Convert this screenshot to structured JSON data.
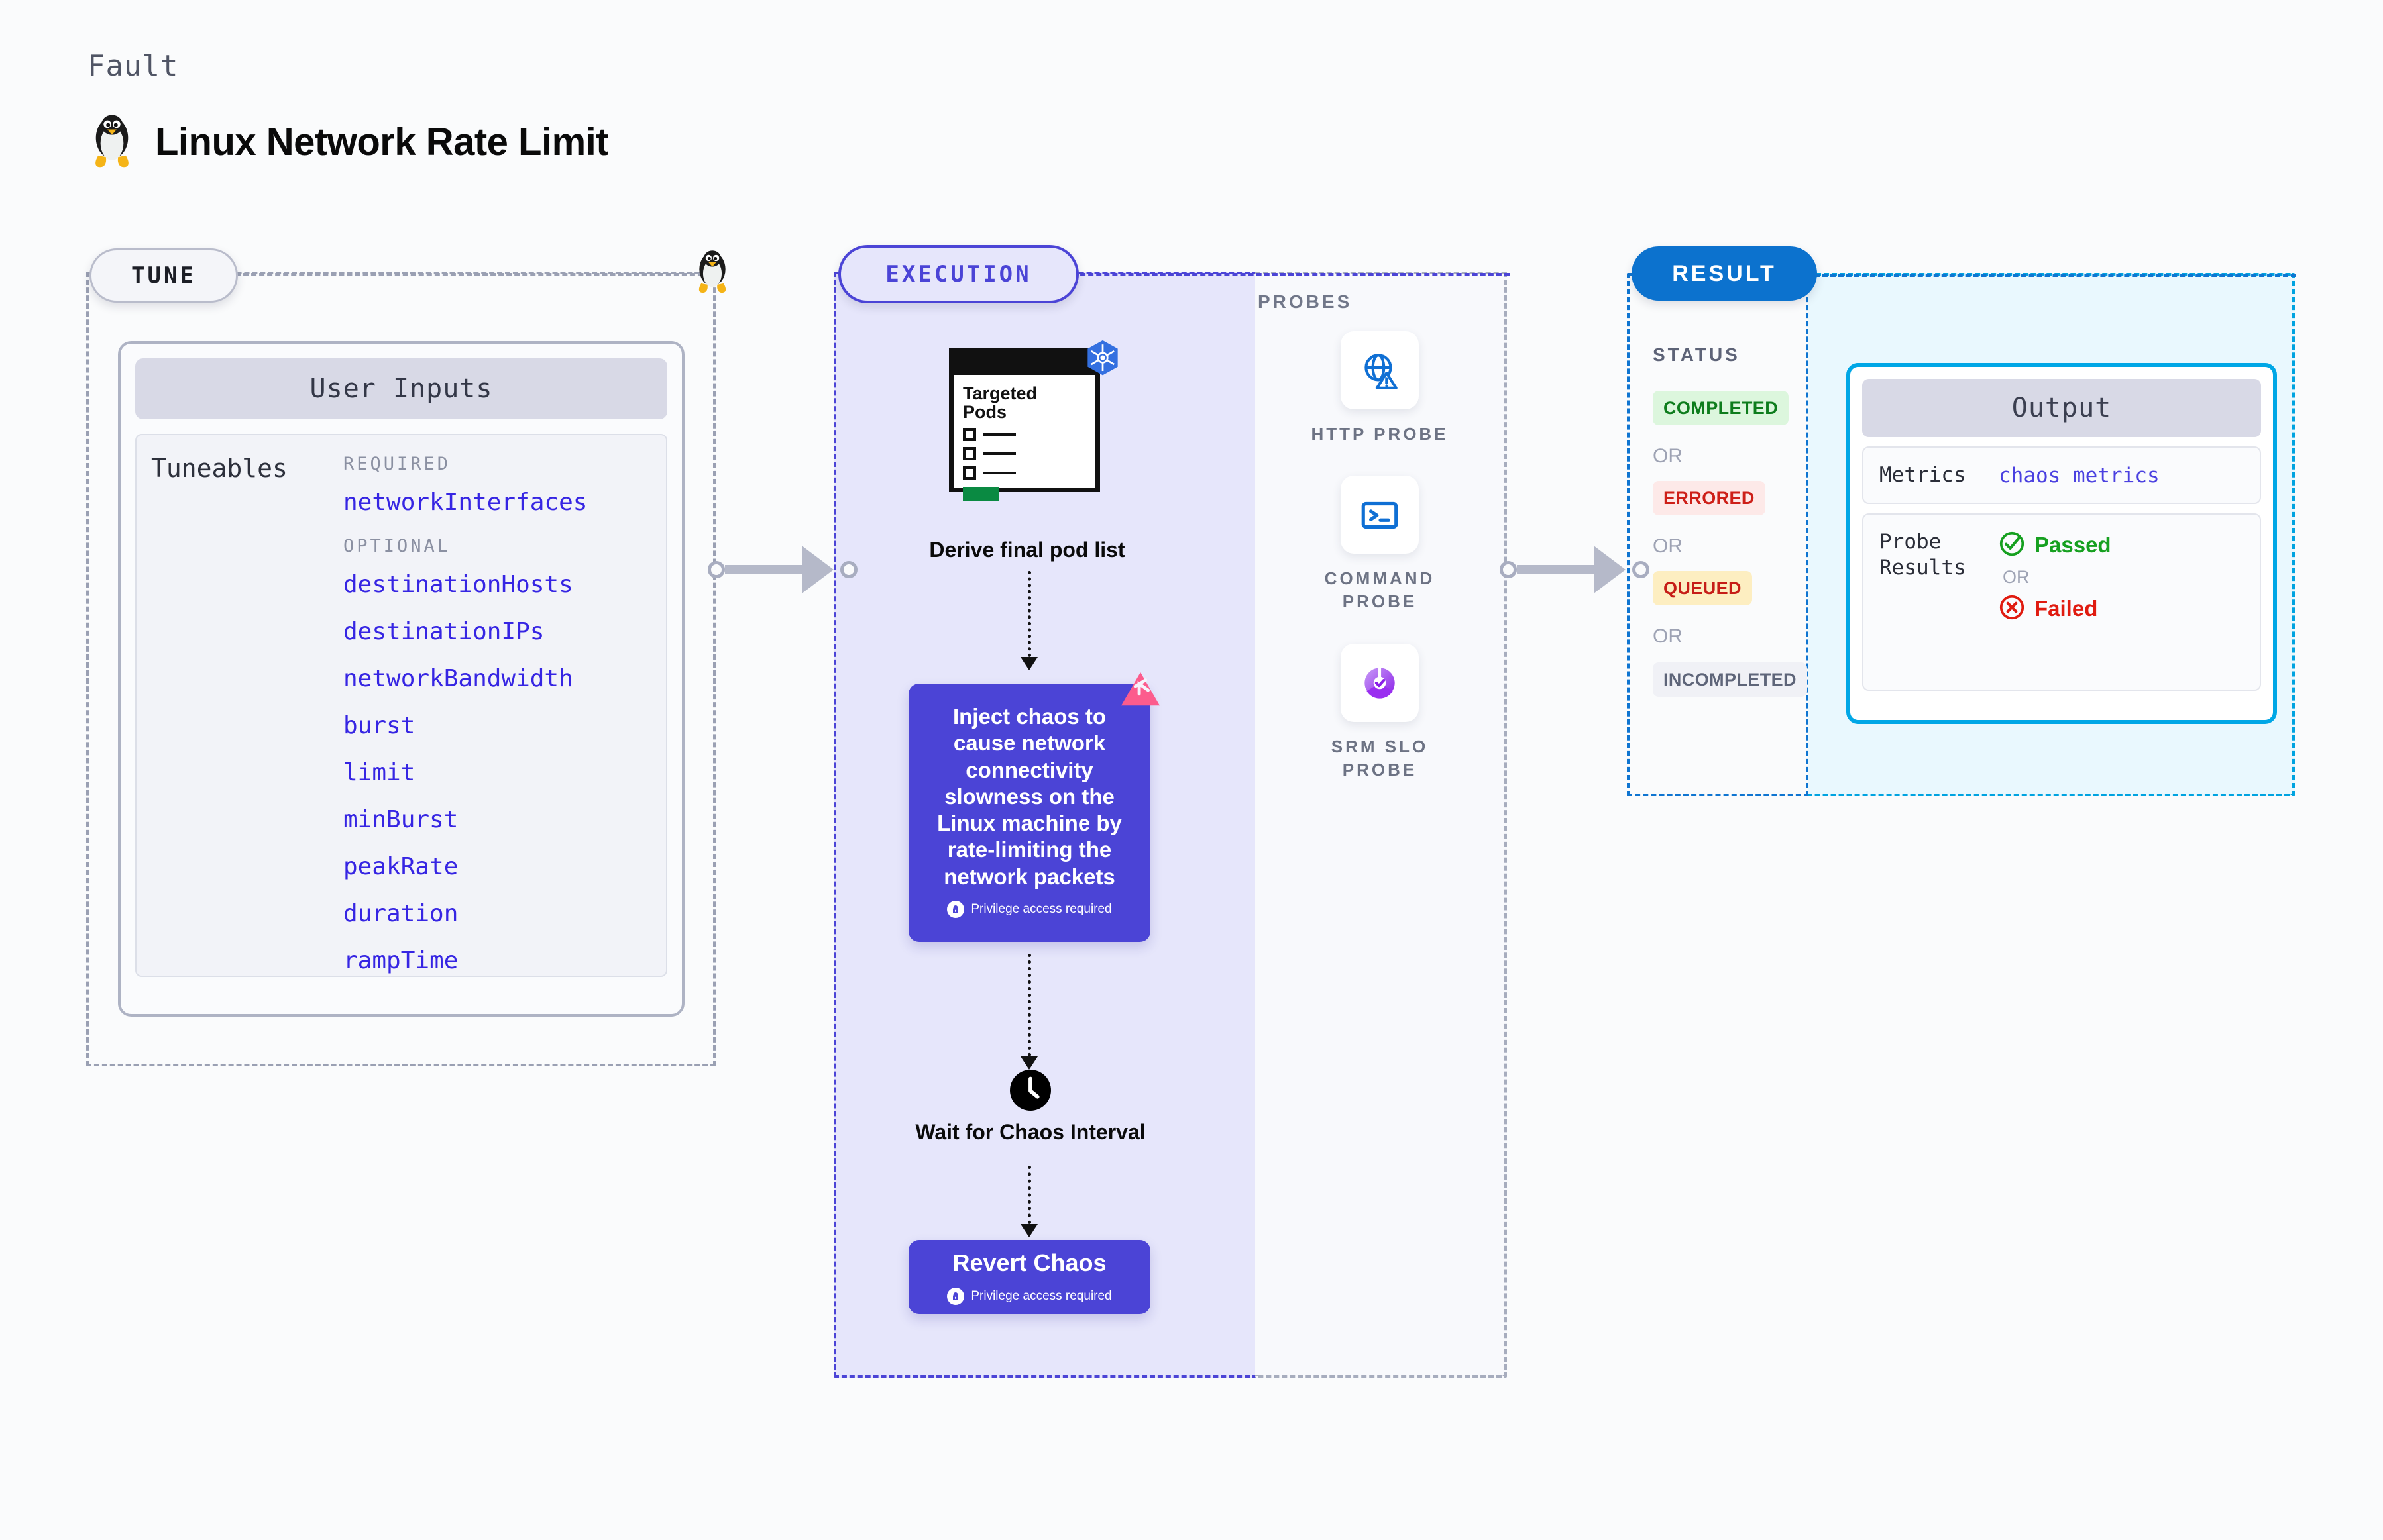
{
  "header": {
    "kicker": "Fault",
    "title": "Linux Network Rate Limit",
    "icon": "linux-tux-icon"
  },
  "stages": {
    "tune": {
      "pill_label": "TUNE",
      "side_icon": "linux-tux-icon"
    },
    "execution": {
      "pill_label": "EXECUTION"
    },
    "result": {
      "pill_label": "RESULT"
    }
  },
  "tune": {
    "card_header": "User Inputs",
    "tuneables_label": "Tuneables",
    "groups": [
      {
        "title": "REQUIRED",
        "items": [
          "networkInterfaces"
        ]
      },
      {
        "title": "OPTIONAL",
        "items": [
          "destinationHosts",
          "destinationIPs",
          "networkBandwidth",
          "burst",
          "limit",
          "minBurst",
          "peakRate",
          "duration",
          "rampTime"
        ]
      }
    ]
  },
  "execution": {
    "pods_card": {
      "title_line1": "Targeted",
      "title_line2": "Pods",
      "badge_icon": "kubernetes-icon"
    },
    "derive_label": "Derive final pod list",
    "inject": {
      "text": "Inject chaos to cause network connectivity slowness on the Linux machine by rate-limiting the network packets",
      "privilege_note": "Privilege access required",
      "privilege_icon": "lock-icon",
      "corner_icon": "litmus-chaos-icon"
    },
    "wait": {
      "icon": "clock-icon",
      "label": "Wait for Chaos Interval"
    },
    "revert": {
      "title": "Revert Chaos",
      "privilege_note": "Privilege access required",
      "privilege_icon": "lock-icon"
    }
  },
  "probes": {
    "title": "PROBES",
    "items": [
      {
        "label": "HTTP PROBE",
        "icon": "globe-warning-icon"
      },
      {
        "label": "COMMAND PROBE",
        "icon": "terminal-icon"
      },
      {
        "label": "SRM SLO PROBE",
        "icon": "srm-slo-icon"
      }
    ]
  },
  "result": {
    "status_title": "STATUS",
    "or_label": "OR",
    "statuses": [
      {
        "label": "COMPLETED",
        "bg": "#dcf6dd",
        "fg": "#0d7c1c"
      },
      {
        "label": "ERRORED",
        "bg": "#fde9e8",
        "fg": "#cd1f18"
      },
      {
        "label": "QUEUED",
        "bg": "#fdeec1",
        "fg": "#c61d17"
      },
      {
        "label": "INCOMPLETED",
        "bg": "#f0f1f6",
        "fg": "#5e6579"
      }
    ]
  },
  "output": {
    "header": "Output",
    "metrics_key": "Metrics",
    "metrics_value": "chaos metrics",
    "probe_results_key": "Probe Results",
    "passed_label": "Passed",
    "passed_icon": "check-circle-icon",
    "or_label": "OR",
    "failed_label": "Failed",
    "failed_icon": "x-circle-icon"
  },
  "colors": {
    "accent_purple": "#4b44d6",
    "accent_blue": "#0c72ce",
    "accent_cyan": "#00a7e6",
    "tune_gray": "#9aa0b3",
    "tuneable_text": "#3625e3"
  }
}
